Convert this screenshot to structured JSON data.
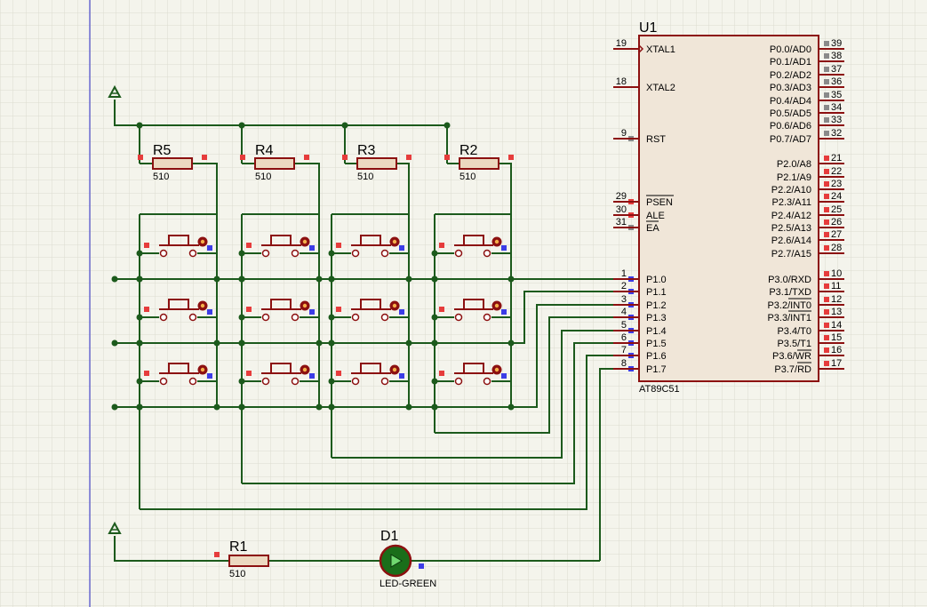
{
  "chip": {
    "ref": "U1",
    "part": "AT89C51",
    "left_pins": [
      {
        "num": "19",
        "name": "XTAL1"
      },
      {
        "num": "18",
        "name": "XTAL2"
      },
      {
        "num": "9",
        "name": "RST"
      },
      {
        "num": "29",
        "name": "PSEN"
      },
      {
        "num": "30",
        "name": "ALE"
      },
      {
        "num": "31",
        "name": "EA"
      },
      {
        "num": "1",
        "name": "P1.0"
      },
      {
        "num": "2",
        "name": "P1.1"
      },
      {
        "num": "3",
        "name": "P1.2"
      },
      {
        "num": "4",
        "name": "P1.3"
      },
      {
        "num": "5",
        "name": "P1.4"
      },
      {
        "num": "6",
        "name": "P1.5"
      },
      {
        "num": "7",
        "name": "P1.6"
      },
      {
        "num": "8",
        "name": "P1.7"
      }
    ],
    "right_pins": [
      {
        "num": "39",
        "name": "P0.0/AD0"
      },
      {
        "num": "38",
        "name": "P0.1/AD1"
      },
      {
        "num": "37",
        "name": "P0.2/AD2"
      },
      {
        "num": "36",
        "name": "P0.3/AD3"
      },
      {
        "num": "35",
        "name": "P0.4/AD4"
      },
      {
        "num": "34",
        "name": "P0.5/AD5"
      },
      {
        "num": "33",
        "name": "P0.6/AD6"
      },
      {
        "num": "32",
        "name": "P0.7/AD7"
      },
      {
        "num": "21",
        "name": "P2.0/A8"
      },
      {
        "num": "22",
        "name": "P2.1/A9"
      },
      {
        "num": "23",
        "name": "P2.2/A10"
      },
      {
        "num": "24",
        "name": "P2.3/A11"
      },
      {
        "num": "25",
        "name": "P2.4/A12"
      },
      {
        "num": "26",
        "name": "P2.5/A13"
      },
      {
        "num": "27",
        "name": "P2.6/A14"
      },
      {
        "num": "28",
        "name": "P2.7/A15"
      },
      {
        "num": "10",
        "name": "P3.0/RXD"
      },
      {
        "num": "11",
        "name": "P3.1/TXD"
      },
      {
        "num": "12",
        "name": "P3.2/INT0"
      },
      {
        "num": "13",
        "name": "P3.3/INT1"
      },
      {
        "num": "14",
        "name": "P3.4/T0"
      },
      {
        "num": "15",
        "name": "P3.5/T1"
      },
      {
        "num": "16",
        "name": "P3.6/WR"
      },
      {
        "num": "17",
        "name": "P3.7/RD"
      }
    ]
  },
  "resistors": [
    {
      "ref": "R5",
      "value": "510"
    },
    {
      "ref": "R4",
      "value": "510"
    },
    {
      "ref": "R3",
      "value": "510"
    },
    {
      "ref": "R2",
      "value": "510"
    },
    {
      "ref": "R1",
      "value": "510"
    }
  ],
  "led": {
    "ref": "D1",
    "part": "LED-GREEN"
  },
  "colors": {
    "background": "#f4f4ec",
    "grid": "#dcdccf",
    "wire": "#1c5a1c",
    "component": "#8c1010",
    "resistor_fill": "#ecd9c0",
    "chip_fill": "#f0e6d8",
    "led_fill": "#1a6e1a",
    "pin_red": "#e63c3c",
    "pin_blue": "#3c3ce6",
    "pin_gray": "#8a8a8a"
  }
}
